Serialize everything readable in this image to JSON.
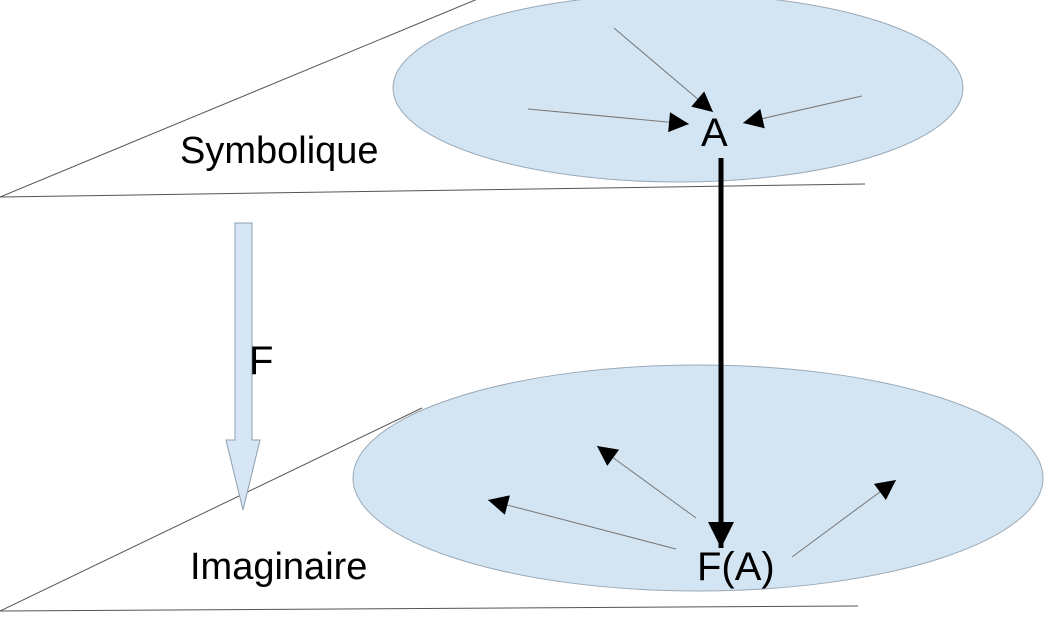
{
  "diagram": {
    "planes": {
      "upper_label": "Symbolique",
      "lower_label": "Imaginaire"
    },
    "nodes": {
      "symbolic_node": "A",
      "imaginary_node": "F(A)"
    },
    "mapping_label": "F"
  },
  "colors": {
    "ellipse_fill": "#d3e5f3",
    "ellipse_stroke": "#9aa9b6",
    "mapping_arrow_fill": "#d6e6f4",
    "mapping_arrow_stroke": "#8da0b0",
    "plane_line": "#555555",
    "arrow": "#000000"
  }
}
